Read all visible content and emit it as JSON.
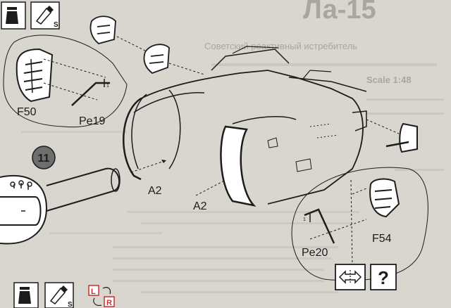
{
  "top_icons": {
    "paint_icon": "paint-jar-icon",
    "glue_icon": "glue-tube-icon",
    "glue_badge": "S"
  },
  "labels": {
    "f50": "F50",
    "pe19": "Pe19",
    "a2_upper": "A2",
    "a2_lower": "A2",
    "f54": "F54",
    "pe20": "Pe20",
    "pe19_flag": "1",
    "pe20_flag": "1"
  },
  "step": {
    "number": "11"
  },
  "background_print": {
    "title": "Ла-15",
    "subtitle": "Советский реактивный истребитель",
    "scale": "Scale 1:48"
  },
  "bottom_icons": {
    "paint_icon": "paint-jar-icon",
    "glue_icon": "glue-tube-icon",
    "glue_badge": "S",
    "left_right_badge_l": "L",
    "left_right_badge_r": "R"
  },
  "help": {
    "swap_icon": "double-arrow-icon",
    "question_icon": "question-mark-icon",
    "question_text": "?"
  },
  "colors": {
    "paper": "#d9d6d0",
    "ink": "#1c1c1c",
    "badge_red": "#c8322b",
    "step_circle": "#6e6e6e"
  }
}
